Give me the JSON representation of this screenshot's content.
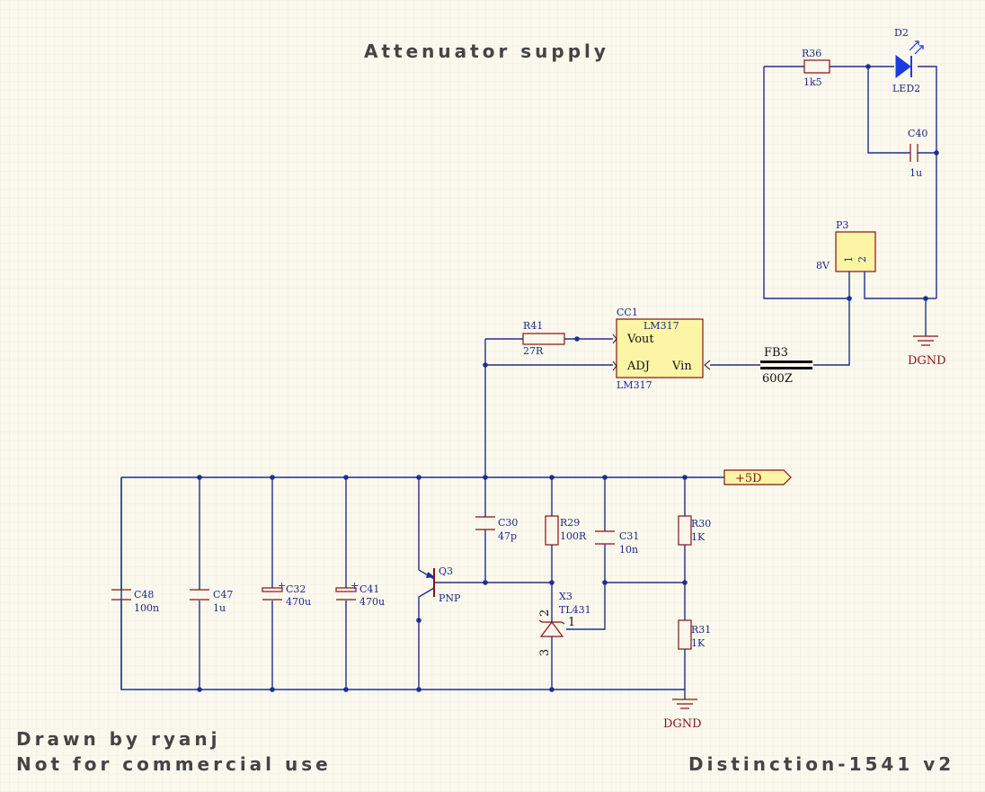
{
  "title": "Attenuator supply",
  "footer": {
    "drawn_by": "Drawn by ryanj",
    "license": "Not for commercial use",
    "project": "Distinction-1541 v2"
  },
  "components": {
    "r36": {
      "ref": "R36",
      "value": "1k5"
    },
    "d2": {
      "ref": "D2",
      "value": "LED2"
    },
    "c40": {
      "ref": "C40",
      "value": "1u"
    },
    "p3": {
      "ref": "P3",
      "value": "8V",
      "pin1": "1",
      "pin2": "2"
    },
    "cc1": {
      "ref": "CC1",
      "part": "LM317",
      "value": "LM317",
      "pin_vout": "Vout",
      "pin_adj": "ADJ",
      "pin_vin": "Vin"
    },
    "r41": {
      "ref": "R41",
      "value": "27R"
    },
    "fb3": {
      "ref": "FB3",
      "value": "600Z"
    },
    "c48": {
      "ref": "C48",
      "value": "100n"
    },
    "c47": {
      "ref": "C47",
      "value": "1u"
    },
    "c32": {
      "ref": "C32",
      "value": "470u"
    },
    "c41": {
      "ref": "C41",
      "value": "470u"
    },
    "q3": {
      "ref": "Q3",
      "value": "PNP"
    },
    "c30": {
      "ref": "C30",
      "value": "47p"
    },
    "r29": {
      "ref": "R29",
      "value": "100R"
    },
    "c31": {
      "ref": "C31",
      "value": "10n"
    },
    "x3": {
      "ref": "X3",
      "value": "TL431",
      "pin1": "1",
      "pin2": "2",
      "pin3": "3"
    },
    "r30": {
      "ref": "R30",
      "value": "1K"
    },
    "r31": {
      "ref": "R31",
      "value": "1K"
    }
  },
  "nets": {
    "dgnd_top": "DGND",
    "dgnd_bottom": "DGND",
    "plus5d": "+5D"
  },
  "colors": {
    "background": "#fbf8ee",
    "wire": "#1f2f8f",
    "component": "#8a1010",
    "ic_fill": "#fdf5a6",
    "led": "#1a3be0"
  }
}
